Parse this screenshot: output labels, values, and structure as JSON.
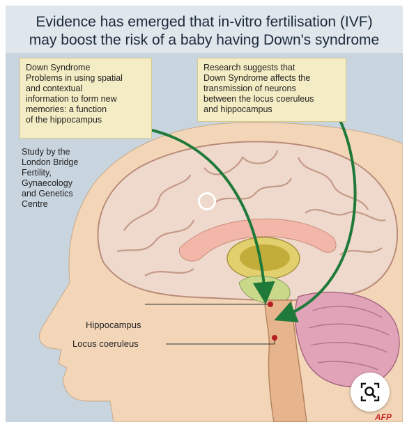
{
  "title": {
    "line1": "Evidence has emerged that in-vitro fertilisation (IVF)",
    "line2": "may boost the risk of a baby having Down's syndrome"
  },
  "note_left": {
    "lines": [
      "Down Syndrome",
      "Problems in using spatial",
      "and contextual",
      "information to form new",
      "memories: a function",
      "of the hippocampus"
    ]
  },
  "note_right": {
    "lines": [
      "Research suggests that",
      "Down Syndrome affects the",
      "transmission of neurons",
      "between the locus coeruleus",
      "and hippocampus"
    ]
  },
  "study": {
    "lines": [
      "Study by the",
      "London Bridge",
      "Fertility,",
      "Gynaecology",
      "and Genetics",
      "Centre"
    ]
  },
  "labels": {
    "hippocampus": "Hippocampus",
    "locus_coeruleus": "Locus coeruleus"
  },
  "source_logo": "AFP",
  "icons": {
    "lens": "visual-search-icon",
    "cursor": "cursor-ring-icon"
  },
  "colors": {
    "arrow": "#1f7a3a",
    "marker": "#b41e1e",
    "note_fill": "#f4ecc4",
    "panel_fill": "#c8d4de",
    "skin": "#f3d6b8",
    "brain": "#efd9cc",
    "cerebellum": "#e0a3b8"
  }
}
